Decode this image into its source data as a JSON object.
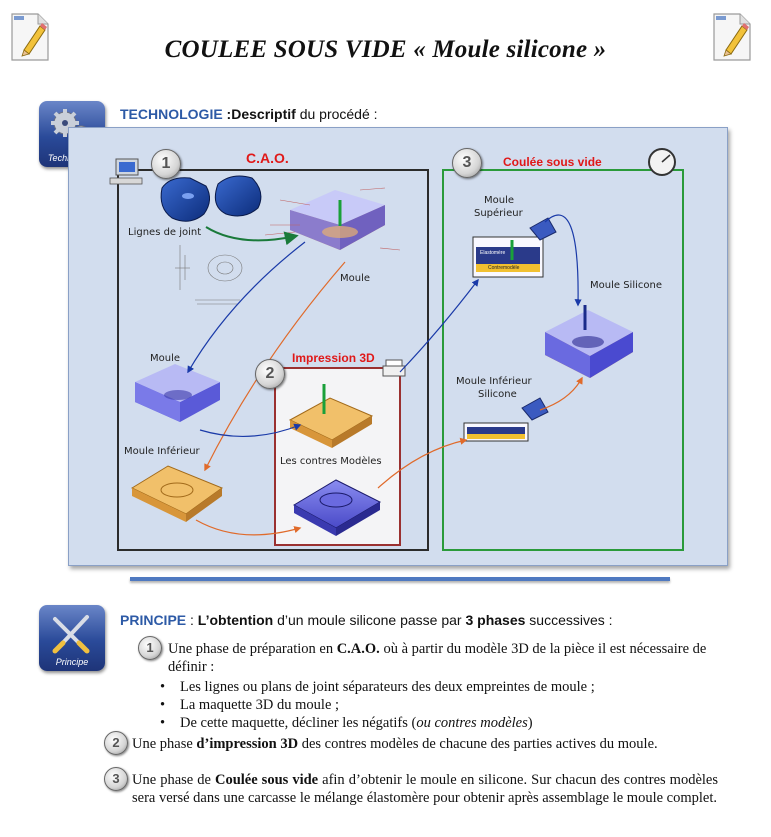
{
  "title": "COULEE SOUS VIDE « Moule silicone »",
  "technologie": {
    "icon_caption": "Technologie",
    "heading_key": "TECHNOLOGIE",
    "heading_sep": " :",
    "heading_bold": "Descriptif",
    "heading_rest": " du procédé :"
  },
  "diagram": {
    "steps": [
      "1",
      "2",
      "3"
    ],
    "cao_label": "C.A.O.",
    "coulee_label": "Coulée sous vide",
    "impression_label": "Impression 3D",
    "labels": {
      "lignes_de_joint": "Lignes de joint",
      "moule_top": "Moule",
      "moule_left": "Moule",
      "moule_inferieur": "Moule Inférieur",
      "contres_modeles": "Les contres Modèles",
      "moule_superieur_1": "Moule",
      "moule_superieur_2": "Supérieur",
      "moule_silicone": "Moule Silicone",
      "moule_inferieur_silicone_1": "Moule Inférieur",
      "moule_inferieur_silicone_2": "Silicone",
      "elastomere": "Elastomère",
      "contremodele": "Contremodèle"
    }
  },
  "principe": {
    "icon_caption": "Principe",
    "heading_key": "PRINCIPE",
    "heading_sep": " : ",
    "heading_bold1": "L’obtention",
    "heading_mid": " d’un moule silicone passe par ",
    "heading_bold2": "3 phases",
    "heading_end": " successives :",
    "phase1": {
      "num": "1",
      "pre": "Une phase de préparation en ",
      "bold": "C.A.O.",
      "post": " où à partir du modèle 3D de la pièce il est nécessaire de définir :",
      "bullets": [
        "Les lignes ou plans de joint séparateurs des deux empreintes de moule ;",
        "La maquette 3D du moule ;"
      ],
      "bullet3_pre": "De cette maquette, décliner les négatifs (",
      "bullet3_italic": "ou contres modèles",
      "bullet3_post": ")"
    },
    "phase2": {
      "num": "2",
      "pre": "Une phase ",
      "bold": "d’impression 3D",
      "post": " des contres modèles de chacune des parties actives du moule."
    },
    "phase3": {
      "num": "3",
      "pre": "Une phase de ",
      "bold": "Coulée sous vide",
      "post": " afin d’obtenir le moule en silicone. Sur chacun des contres modèles sera versé dans une carcasse le mélange élastomère pour obtenir après assemblage le moule complet."
    }
  },
  "colors": {
    "accent_blue": "#2d5aa6",
    "cao_red": "#e01818",
    "coulee_green": "#2a9a3a",
    "diagram_bg": "#d2ddee"
  }
}
